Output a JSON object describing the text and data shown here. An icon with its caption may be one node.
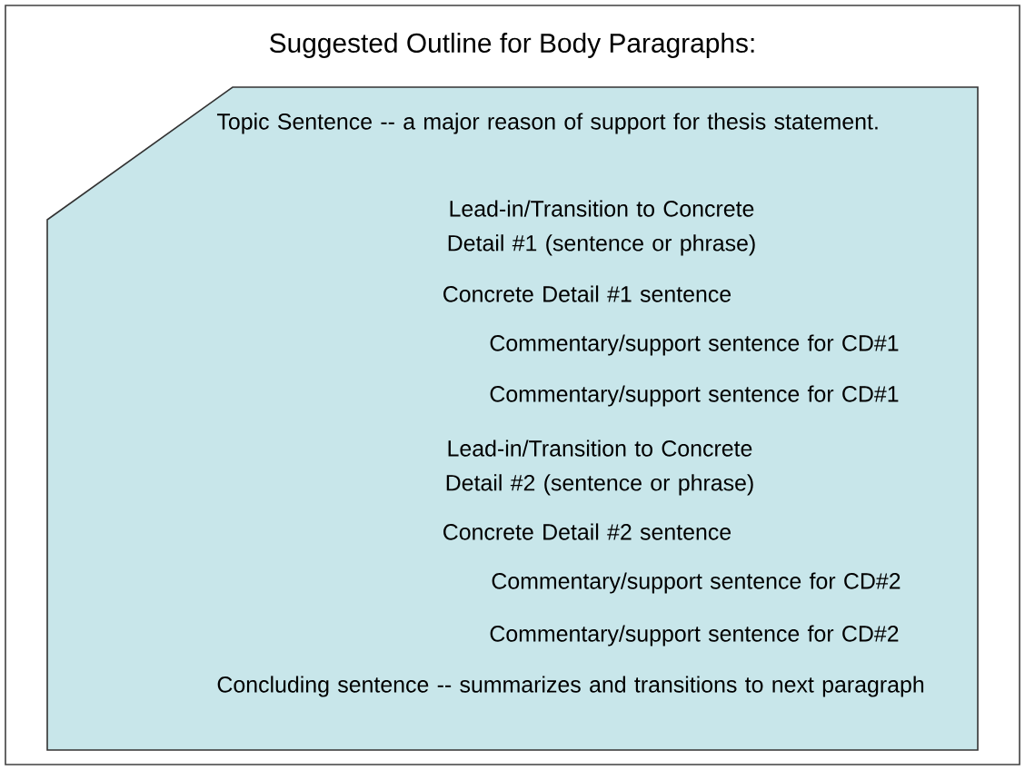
{
  "diagram": {
    "title": "Suggested Outline for Body Paragraphs:",
    "nodes": [
      {
        "text": [
          "Topic Sentence -- a major reason of support for thesis statement.",
          "Lead-in/Transition to Concrete Detail #1 (sentence or phrase)",
          "Concrete Detail #1 sentence",
          "Commentary/support sentence for CD#1",
          "Commentary/support sentence for CD#1",
          "Lead-in/Transition to Concrete Detail #2 (sentence or phrase)",
          "Concrete Detail #2 sentence",
          "Commentary/support sentence for CD#2",
          "Commentary/support sentence for CD#2",
          "Concluding sentence -- summarizes and transitions to next paragraph"
        ]
      }
    ]
  }
}
